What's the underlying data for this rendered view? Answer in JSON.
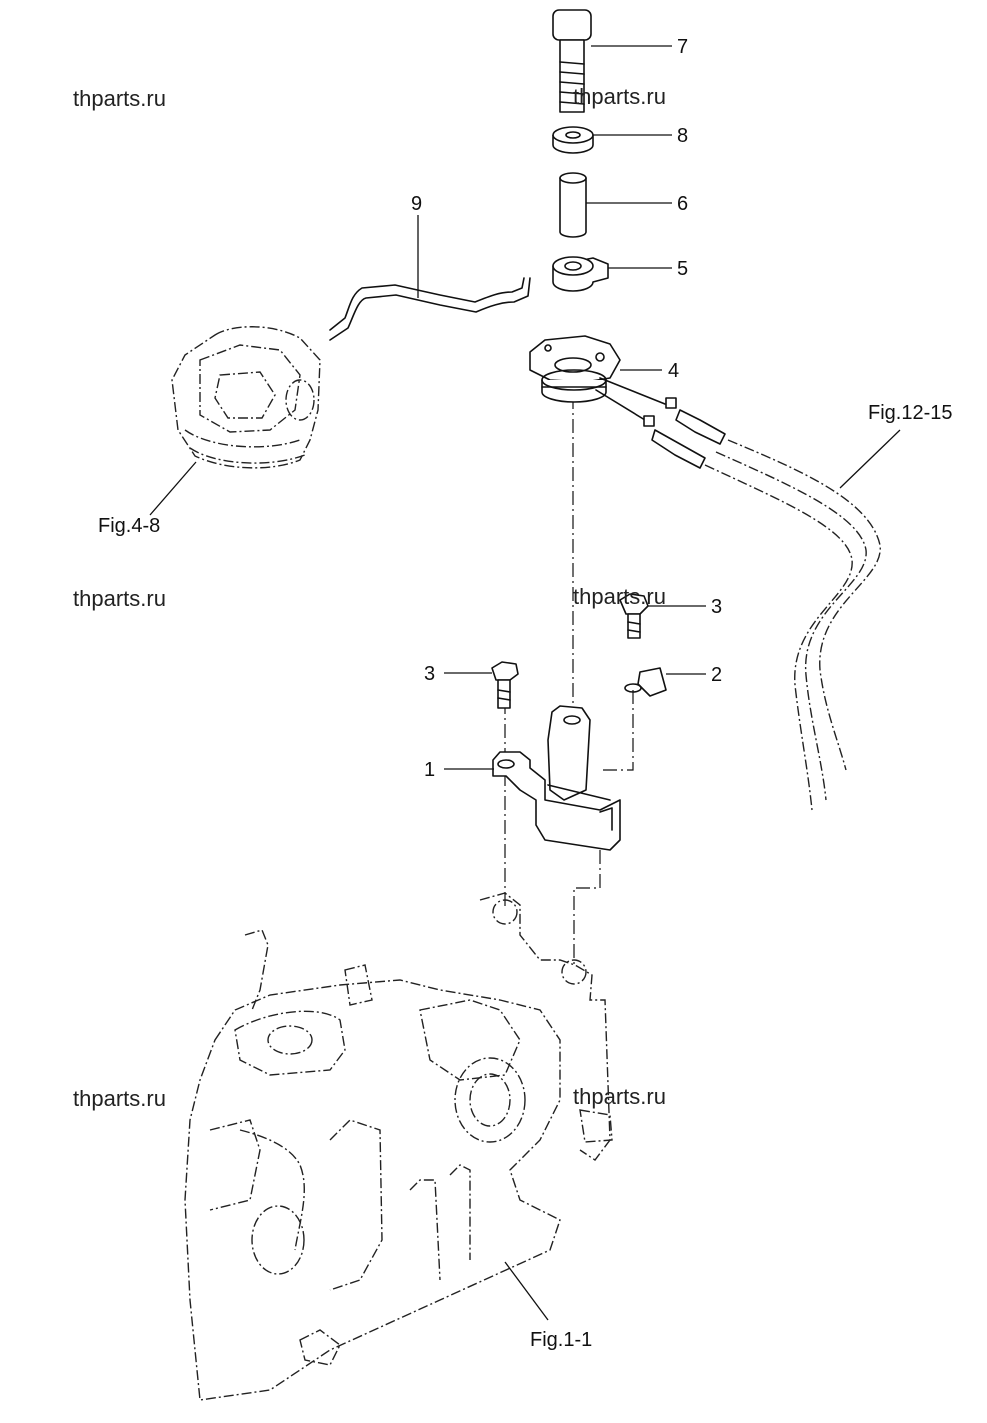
{
  "diagram": {
    "callouts": [
      "7",
      "8",
      "6",
      "9",
      "5",
      "4",
      "3",
      "3",
      "2",
      "1"
    ],
    "figure_refs": [
      "Fig.12-15",
      "Fig.4-8",
      "Fig.1-1"
    ],
    "watermark": "thparts.ru"
  }
}
